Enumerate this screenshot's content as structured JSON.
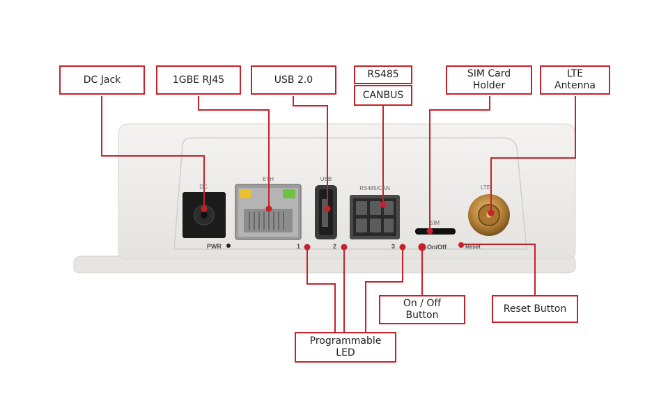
{
  "callouts": {
    "dc_jack": "DC Jack",
    "rj45": "1GBE RJ45",
    "usb": "USB 2.0",
    "rs485": "RS485",
    "canbus": "CANBUS",
    "sim_holder": "SIM Card\nHolder",
    "lte_antenna": "LTE\nAntenna",
    "on_off_button": "On / Off\nButton",
    "reset_button": "Reset Button",
    "programmable_led": "Programmable\nLED"
  },
  "device_labels": {
    "dc": "DC",
    "pwr": "PWR",
    "eth": "ETH",
    "usb": "USB",
    "rs485_can": "RS485/CAN",
    "sim": "SIM",
    "lte": "LTE",
    "on_off": "On/Off",
    "reset": "Reset",
    "led1": "1",
    "led2": "2",
    "led3": "3"
  },
  "colors": {
    "callout_red": "#c8202b",
    "device_body": "#ecebe8",
    "eth_led_yellow": "#e9c12e",
    "eth_led_green": "#6fc23f"
  }
}
